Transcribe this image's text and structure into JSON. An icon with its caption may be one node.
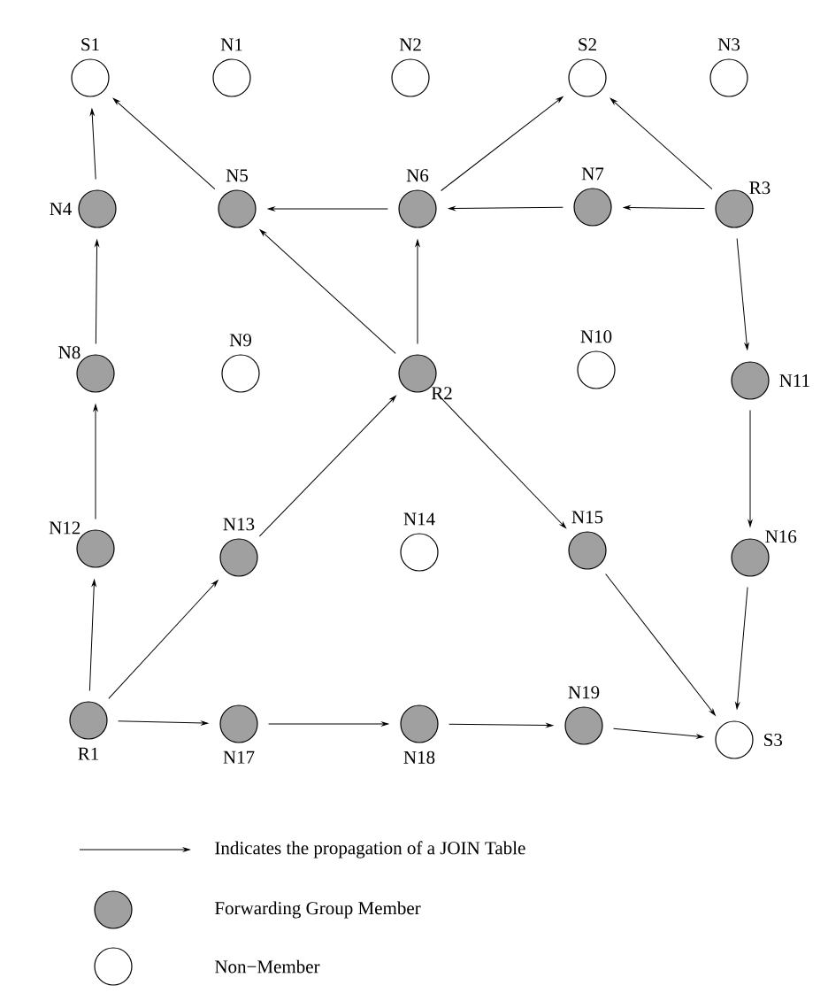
{
  "diagram": {
    "nodes": [
      {
        "text": [
          "S1"
        ]
      },
      {
        "text": [
          "N1"
        ]
      },
      {
        "text": [
          "N2"
        ]
      },
      {
        "text": [
          "S2"
        ]
      },
      {
        "text": [
          "N3"
        ]
      },
      {
        "text": [
          "N4"
        ]
      },
      {
        "text": [
          "N5"
        ]
      },
      {
        "text": [
          "N6"
        ]
      },
      {
        "text": [
          "N7"
        ]
      },
      {
        "text": [
          "R3"
        ]
      },
      {
        "text": [
          "N8"
        ]
      },
      {
        "text": [
          "N9"
        ]
      },
      {
        "text": [
          "R2"
        ]
      },
      {
        "text": [
          "N10"
        ]
      },
      {
        "text": [
          "N11"
        ]
      },
      {
        "text": [
          "N12"
        ]
      },
      {
        "text": [
          "N13"
        ]
      },
      {
        "text": [
          "N14"
        ]
      },
      {
        "text": [
          "N15"
        ]
      },
      {
        "text": [
          "N16"
        ]
      },
      {
        "text": [
          "R1"
        ]
      },
      {
        "text": [
          "N17"
        ]
      },
      {
        "text": [
          "N18"
        ]
      },
      {
        "text": [
          "N19"
        ]
      },
      {
        "text": [
          "S3"
        ]
      }
    ],
    "edges": [
      {
        "from": 5,
        "to": 0,
        "arrow": "to"
      },
      {
        "from": 6,
        "to": 0,
        "arrow": "to"
      },
      {
        "from": 7,
        "to": 6,
        "arrow": "to"
      },
      {
        "from": 7,
        "to": 3,
        "arrow": "to"
      },
      {
        "from": 8,
        "to": 7,
        "arrow": "to"
      },
      {
        "from": 9,
        "to": 8,
        "arrow": "to"
      },
      {
        "from": 9,
        "to": 3,
        "arrow": "to"
      },
      {
        "from": 9,
        "to": 14,
        "arrow": "to"
      },
      {
        "from": 10,
        "to": 5,
        "arrow": "to"
      },
      {
        "from": 12,
        "to": 6,
        "arrow": "to"
      },
      {
        "from": 12,
        "to": 7,
        "arrow": "to"
      },
      {
        "from": 12,
        "to": 18,
        "arrow": "to"
      },
      {
        "from": 16,
        "to": 12,
        "arrow": "to"
      },
      {
        "from": 15,
        "to": 10,
        "arrow": "to"
      },
      {
        "from": 20,
        "to": 15,
        "arrow": "to"
      },
      {
        "from": 20,
        "to": 16,
        "arrow": "to"
      },
      {
        "from": 20,
        "to": 21,
        "arrow": "to"
      },
      {
        "from": 21,
        "to": 22,
        "arrow": "to"
      },
      {
        "from": 22,
        "to": 23,
        "arrow": "to"
      },
      {
        "from": 23,
        "to": 24,
        "arrow": "to"
      },
      {
        "from": 18,
        "to": 24,
        "arrow": "to"
      },
      {
        "from": 14,
        "to": 19,
        "arrow": "to"
      },
      {
        "from": 19,
        "to": 24,
        "arrow": "to"
      }
    ],
    "legend": [
      {
        "text": "Indicates the propagation of a JOIN Table"
      },
      {
        "text": "Forwarding Group Member",
        "color": "#a0a0a0"
      },
      {
        "text": "Non−Member"
      }
    ]
  }
}
